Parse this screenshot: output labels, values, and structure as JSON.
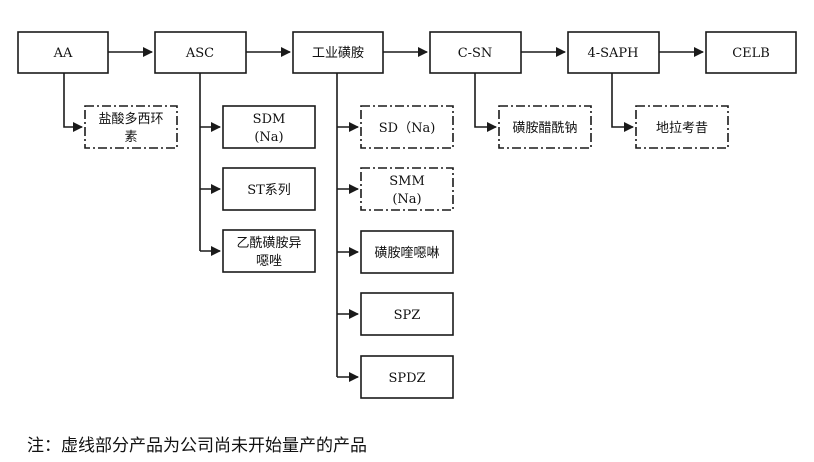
{
  "main_chain": {
    "aa": "AA",
    "asc": "ASC",
    "industrial_sulfonamide": "工业磺胺",
    "csn": "C-SN",
    "saph": "4-SAPH",
    "celb": "CELB"
  },
  "branches": {
    "aa_products": {
      "salt_doxycycline_line1": "盐酸多西环",
      "salt_doxycycline_line2": "素"
    },
    "asc_products": {
      "sdm_line1": "SDM",
      "sdm_line2": "(Na)",
      "st_series": "ST系列",
      "acetyl_line1": "乙酰磺胺异",
      "acetyl_line2": "噁唑"
    },
    "sulfonamide_products": {
      "sd_na": "SD（Na)",
      "smm_line1": "SMM",
      "smm_line2": "(Na)",
      "sulfaquinoxaline": "磺胺喹噁啉",
      "spz": "SPZ",
      "spdz": "SPDZ"
    },
    "csn_products": {
      "sulfacetamide_sodium": "磺胺醋酰钠"
    },
    "saph_products": {
      "celecoxib": "地拉考昔"
    }
  },
  "note": "注：虚线部分产品为公司尚未开始量产的产品"
}
